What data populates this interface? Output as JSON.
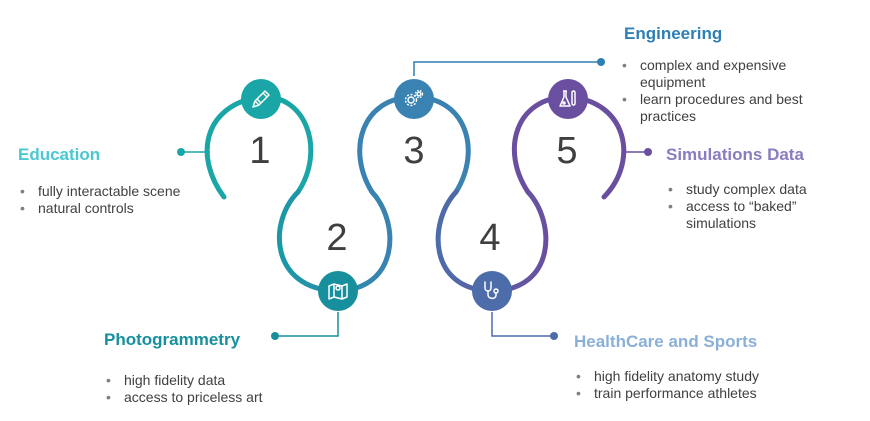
{
  "colors": {
    "teal": "#1aa6a6",
    "teal_dark": "#178f9c",
    "blue": "#3b83b0",
    "indigo": "#4e6ca6",
    "purple": "#6a4fa0",
    "education": "#4bc8d0",
    "photogrammetry": "#15909c",
    "engineering": "#2f7fb4",
    "healthcare": "#8ab0d8",
    "simulations": "#8a7cc0"
  },
  "steps": [
    {
      "number": "1",
      "icon": "pencil-icon"
    },
    {
      "number": "2",
      "icon": "map-icon"
    },
    {
      "number": "3",
      "icon": "gears-icon"
    },
    {
      "number": "4",
      "icon": "stethoscope-icon"
    },
    {
      "number": "5",
      "icon": "lab-flask-icon"
    }
  ],
  "sections": {
    "education": {
      "title": "Education",
      "bullets": [
        "fully interactable scene",
        "natural controls"
      ]
    },
    "photogrammetry": {
      "title": "Photogrammetry",
      "bullets": [
        "high fidelity data",
        "access to priceless art"
      ]
    },
    "engineering": {
      "title": "Engineering",
      "bullets": [
        "complex and expensive equipment",
        "learn procedures and best practices"
      ]
    },
    "healthcare": {
      "title": "HealthCare and Sports",
      "bullets": [
        "high fidelity anatomy study",
        "train performance athletes"
      ]
    },
    "simulations": {
      "title": "Simulations Data",
      "bullets": [
        "study complex data",
        "access to “baked” simulations"
      ]
    }
  }
}
